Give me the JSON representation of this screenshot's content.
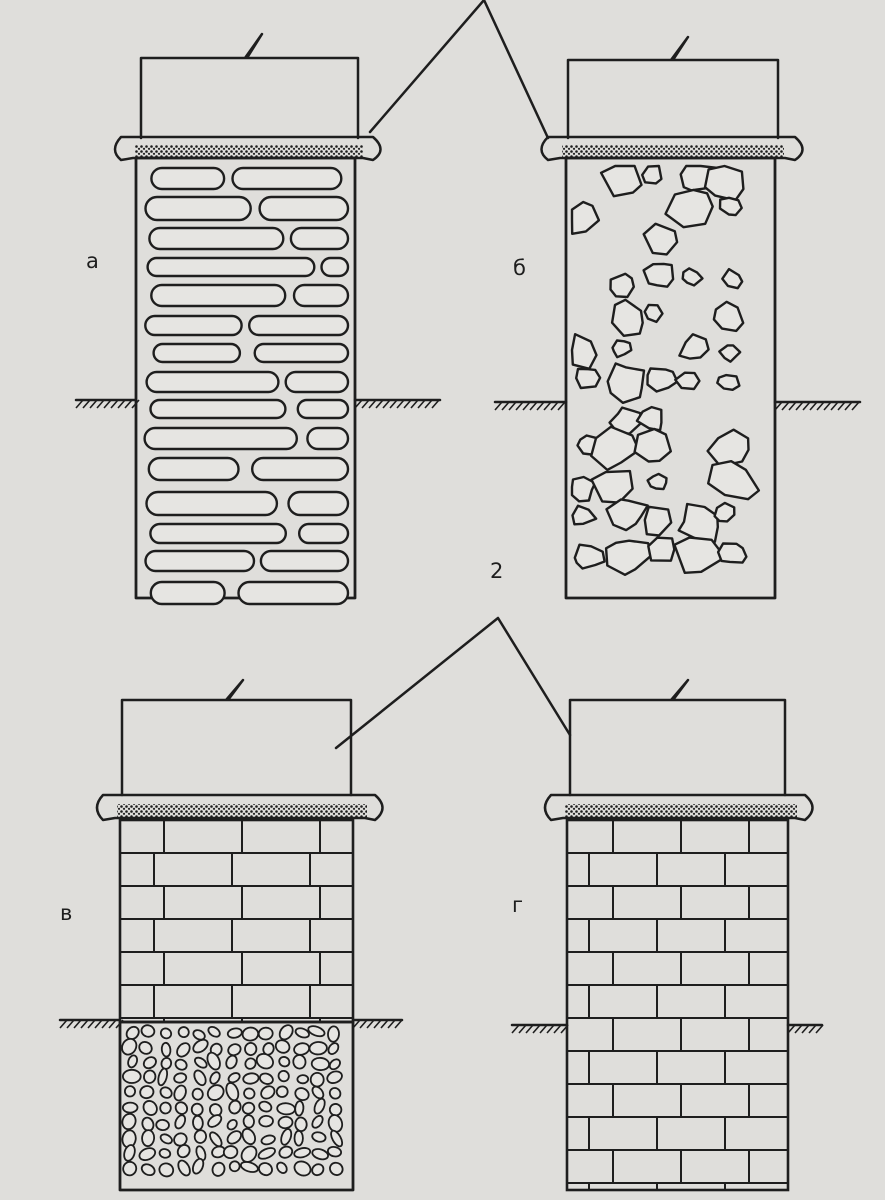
{
  "colors": {
    "paper": "#dfdedb",
    "ink": "#1e1e1e",
    "stone_fill": "#e6e5e2"
  },
  "labels": {
    "panel_a": "а",
    "panel_b": "б",
    "panel_v": "в",
    "panel_g": "г",
    "callout_2": "2"
  },
  "panels": [
    {
      "id": "a",
      "foundation": "layered-rubble-stone"
    },
    {
      "id": "b",
      "foundation": "rubble-concrete"
    },
    {
      "id": "v",
      "foundation": "brick-on-rubble-concrete"
    },
    {
      "id": "g",
      "foundation": "brick"
    }
  ]
}
